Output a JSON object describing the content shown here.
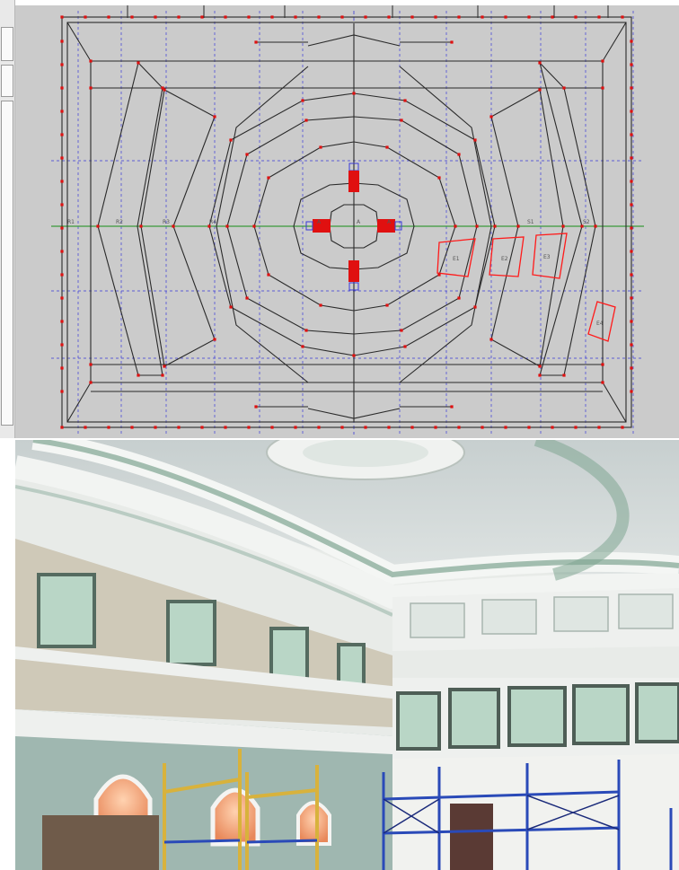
{
  "cad_view": {
    "panel_labels": [
      "E1",
      "E2",
      "E3",
      "E4"
    ],
    "grid_labels": {
      "row_left": [
        "R1",
        "R2",
        "R3",
        "R4"
      ],
      "row_right": [
        "S1",
        "S2"
      ],
      "axis_center": [
        "A",
        "A",
        "A"
      ]
    },
    "colors": {
      "canvas": "#cbcbcb",
      "outline": "#2a2a2a",
      "grid_blue": "#3a3ad8",
      "axis_green": "#3a9a3a",
      "node_red": "#e01010",
      "selection_red": "#ff1a1a"
    }
  },
  "photo": {
    "colors": {
      "ceiling": "#cfd6d6",
      "plaster": "#eef0ee",
      "ornament_green": "#7fa592",
      "panel_mint": "#b9d6c6",
      "wall_stone": "#cfc9b8",
      "scaffold_yellow": "#d8b23c",
      "scaffold_blue": "#2a4ab8",
      "window_warm": "#f2a676"
    }
  }
}
